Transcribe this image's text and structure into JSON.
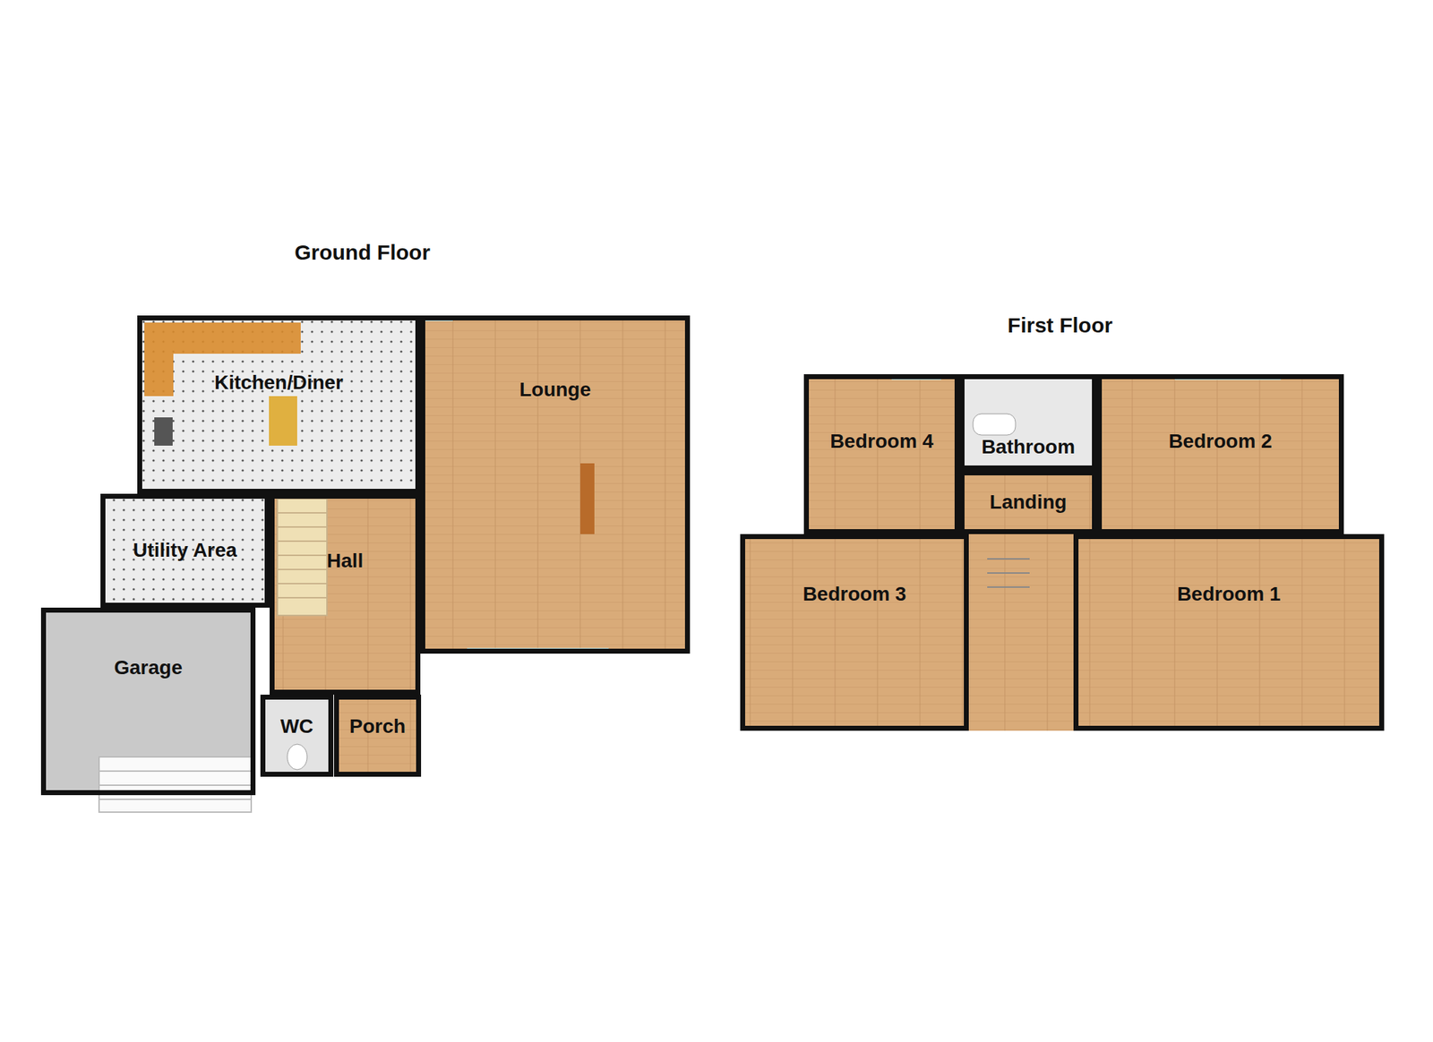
{
  "diagram": {
    "nodes": [
      {
        "text": [
          "Ground Floor"
        ]
      },
      {
        "text": [
          "Kitchen/Diner"
        ],
        "in": 0
      },
      {
        "text": [
          "Lounge"
        ],
        "in": 0
      },
      {
        "text": [
          "Utility Area"
        ],
        "in": 0
      },
      {
        "text": [
          "Hall"
        ],
        "in": 0
      },
      {
        "text": [
          "Garage"
        ],
        "in": 0
      },
      {
        "text": [
          "WC"
        ],
        "in": 0
      },
      {
        "text": [
          "Porch"
        ],
        "in": 0
      },
      {
        "text": [
          "First Floor"
        ]
      },
      {
        "text": [
          "Bedroom 4"
        ],
        "in": 8
      },
      {
        "text": [
          "Bathroom"
        ],
        "in": 8
      },
      {
        "text": [
          "Bedroom 2"
        ],
        "in": 8
      },
      {
        "text": [
          "Landing"
        ],
        "in": 8
      },
      {
        "text": [
          "Bedroom 3"
        ],
        "in": 8
      },
      {
        "text": [
          "Bedroom 1"
        ],
        "in": 8
      }
    ]
  }
}
